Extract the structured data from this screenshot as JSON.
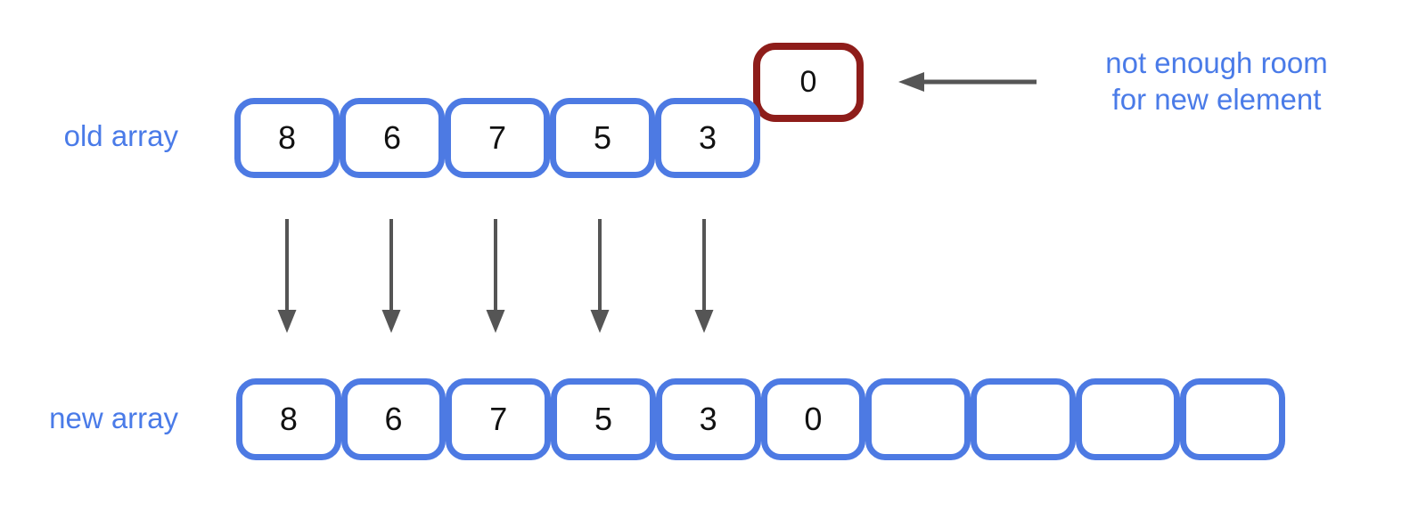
{
  "old_array": {
    "label": "old array",
    "cells": [
      "8",
      "6",
      "7",
      "5",
      "3"
    ]
  },
  "overflow_cell": {
    "value": "0"
  },
  "annotation": {
    "line1": "not enough room",
    "line2": "for new element"
  },
  "new_array": {
    "label": "new array",
    "cells": [
      "8",
      "6",
      "7",
      "5",
      "3",
      "0",
      "",
      "",
      "",
      ""
    ]
  },
  "colors": {
    "array_border_blue": "#4d7ae3",
    "label_text_blue": "#4a7be8",
    "overflow_border_red": "#8e1d1a",
    "arrow_gray": "#555555",
    "number_text": "#111111"
  }
}
